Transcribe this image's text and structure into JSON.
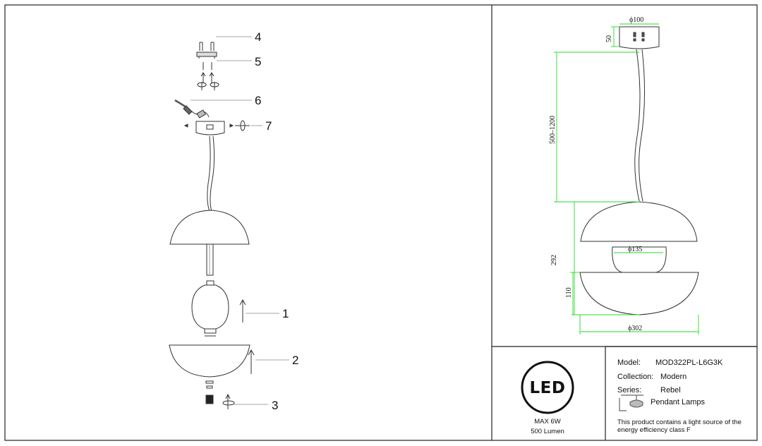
{
  "exploded_view": {
    "parts": [
      {
        "id": "1"
      },
      {
        "id": "2"
      },
      {
        "id": "3"
      },
      {
        "id": "4"
      },
      {
        "id": "5"
      },
      {
        "id": "6"
      },
      {
        "id": "7"
      }
    ]
  },
  "dimensions": {
    "canopy_diameter": "ϕ100",
    "canopy_height": "50",
    "cable_length": "500–1200",
    "total_head_height": "292",
    "sphere_diameter": "ϕ135",
    "lower_shade_height": "110",
    "shade_diameter": "ϕ302",
    "line_color": "#22dd22"
  },
  "info": {
    "led_logo": "LED",
    "max_power": "MAX 6W",
    "lumen": "500 Lumen",
    "model_label": "Model:",
    "model_value": "MOD322PL-L6G3K",
    "collection_label": "Collection:",
    "collection_value": "Modern",
    "series_label": "Series:",
    "series_value": "Rebel",
    "category": "Pendant Lamps",
    "energy_line1": "This product contains a light source of the",
    "energy_line2": "energy efficiency class F"
  }
}
